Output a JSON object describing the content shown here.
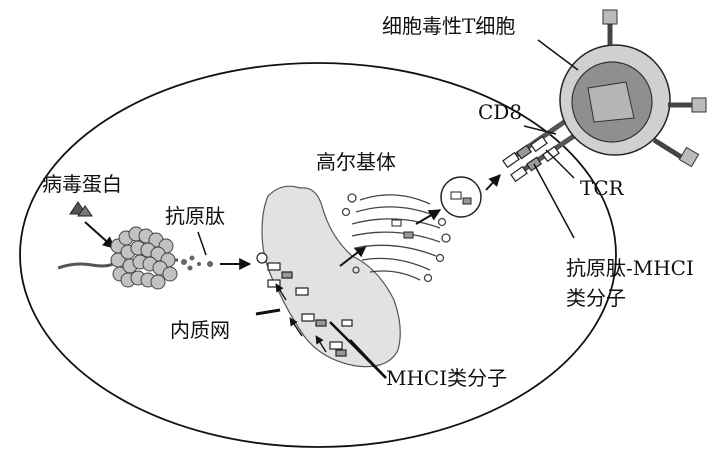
{
  "labels": {
    "ctl": "细胞毒性T细胞",
    "cd8": "CD8",
    "golgi": "高尔基体",
    "virus_protein": "病毒蛋白",
    "peptide": "抗原肽",
    "er": "内质网",
    "mhc": "MHCI类分子",
    "tcr": "TCR",
    "complex_line1": "抗原肽-MHCI",
    "complex_line2": "类分子"
  },
  "colors": {
    "outline": "#111111",
    "cell_fill": "#ffffff",
    "er_fill": "#e2e2e2",
    "tcell_ring": "#cfcfcf",
    "nucleus": "#8f8f8f",
    "proteasome": "#bdbdbd"
  }
}
